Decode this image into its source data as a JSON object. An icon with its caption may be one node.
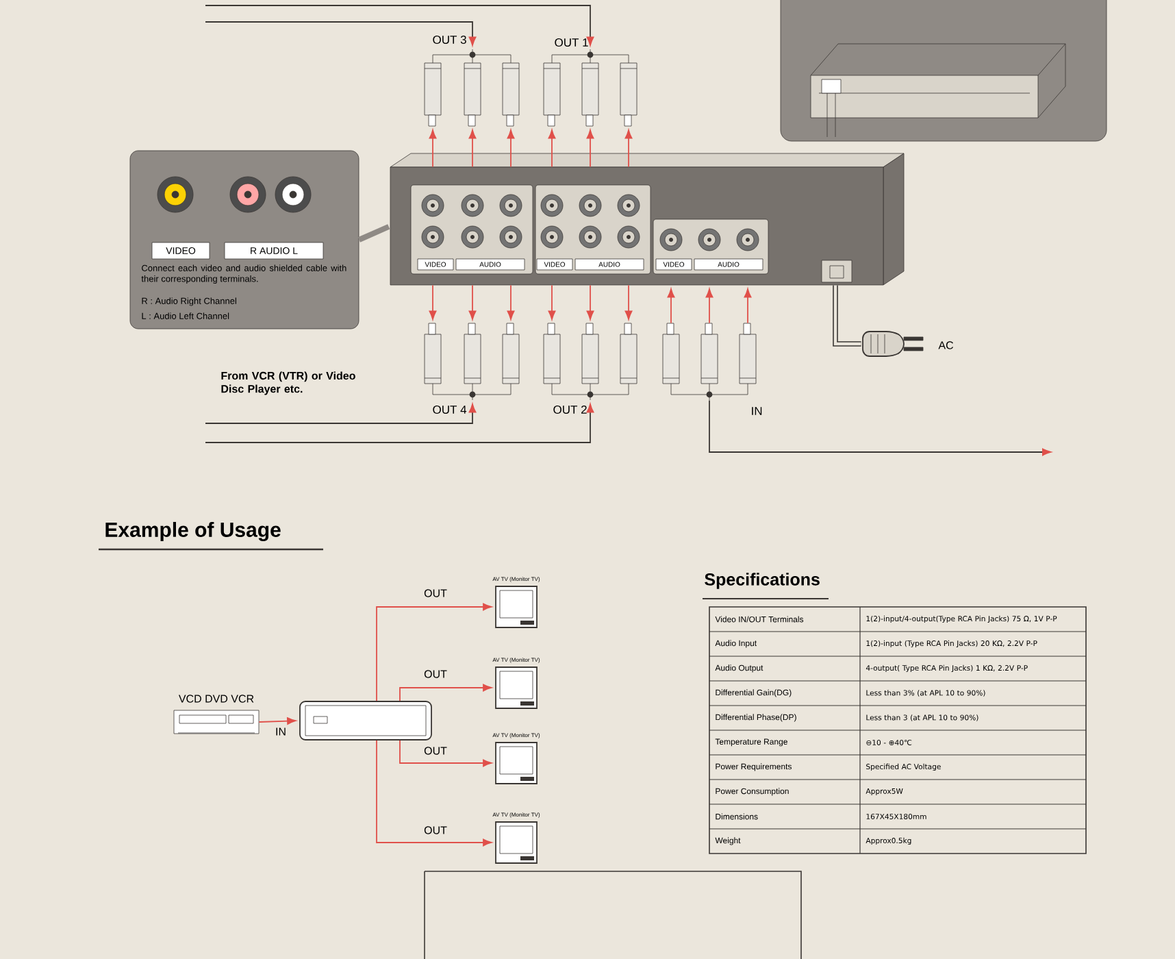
{
  "diagram": {
    "nodes": [
      {
        "text": [
          "VIDEO",
          "R AUDIO L",
          "Connect each video and audio shielded cable with their corresponding terminals.",
          "R : Audio Right Channel",
          "L : Audio Left Channel"
        ]
      },
      {
        "text": [
          "VIDEO",
          "AUDIO",
          "VIDEO",
          "AUDIO",
          "VIDEO",
          "AUDIO"
        ]
      },
      {
        "text": [],
        "shape": "picture",
        "beside": [
          "OUT 3"
        ]
      },
      {
        "text": [],
        "shape": "picture",
        "beside": [
          "OUT 1"
        ]
      },
      {
        "text": [],
        "shape": "picture",
        "beside": [
          "OUT 4"
        ]
      },
      {
        "text": [],
        "shape": "picture",
        "beside": [
          "OUT 2"
        ]
      },
      {
        "text": [],
        "shape": "picture",
        "beside": [
          "IN"
        ]
      },
      {
        "text": [],
        "shape": "picture",
        "beside": [
          "AC"
        ]
      },
      {
        "text": [
          "VCD DVD VCR"
        ]
      },
      {
        "text": [],
        "shape": "box"
      },
      {
        "text": [
          "AV TV (Monitor TV)"
        ]
      },
      {
        "text": [
          "AV TV (Monitor TV)"
        ]
      },
      {
        "text": [
          "AV TV (Monitor TV)"
        ]
      },
      {
        "text": [
          "AV TV (Monitor TV)"
        ]
      }
    ],
    "edges": [
      {
        "from": 1,
        "to": 2,
        "arrow": "to"
      },
      {
        "from": 1,
        "to": 3,
        "arrow": "to"
      },
      {
        "from": 1,
        "to": 4,
        "arrow": "to"
      },
      {
        "from": 1,
        "to": 5,
        "arrow": "to"
      },
      {
        "from": 6,
        "to": 1,
        "arrow": "to"
      },
      {
        "from": 1,
        "to": 7,
        "arrow": "none",
        "style": "thick",
        "color": "#3a3633"
      },
      {
        "from": null,
        "to": 2,
        "arrow": "to",
        "color": "#3a3633"
      },
      {
        "from": null,
        "to": 3,
        "arrow": "to",
        "color": "#3a3633"
      },
      {
        "from": null,
        "to": 4,
        "arrow": "to",
        "color": "#3a3633",
        "label": "From VCR (VTR) or Video Disc Player etc."
      },
      {
        "from": null,
        "to": 5,
        "arrow": "to",
        "color": "#3a3633"
      },
      {
        "from": 6,
        "to": null,
        "arrow": "to",
        "color": "#3a3633"
      },
      {
        "from": 0,
        "to": 1,
        "arrow": "none",
        "style": "thick",
        "color": "#8f8a85"
      },
      {
        "from": 8,
        "to": 9,
        "arrow": "to",
        "label": "IN"
      },
      {
        "from": 9,
        "to": 10,
        "arrow": "to",
        "label": "OUT"
      },
      {
        "from": 9,
        "to": 11,
        "arrow": "to",
        "label": "OUT"
      },
      {
        "from": 9,
        "to": 12,
        "arrow": "to",
        "label": "OUT"
      },
      {
        "from": 9,
        "to": 13,
        "arrow": "to",
        "label": "OUT"
      }
    ],
    "labels": [
      "Example of Usage",
      "Specifications",
      "Video IN/OUT Terminals",
      "1(2)-input/4-output(Type RCA Pin Jacks) 75 Ω, 1V P-P",
      "Audio Input",
      "1(2)-input (Type RCA Pin Jacks) 20 KΩ, 2.2V P-P",
      "Audio Output",
      "4-output( Type RCA Pin Jacks) 1 KΩ, 2.2V P-P",
      "Differential Gain(DG)",
      "Less than 3% (at APL 10 to 90%)",
      "Differential Phase(DP)",
      "Less than 3 (at APL 10 to 90%)",
      "Temperature Range",
      "⊖10 - ⊕40℃",
      "Power Requirements",
      "Specified AC Voltage",
      "Power Consumption",
      "Approx5W",
      "Dimensions",
      "167X45X180mm",
      "Weight",
      "Approx0.5kg"
    ]
  }
}
